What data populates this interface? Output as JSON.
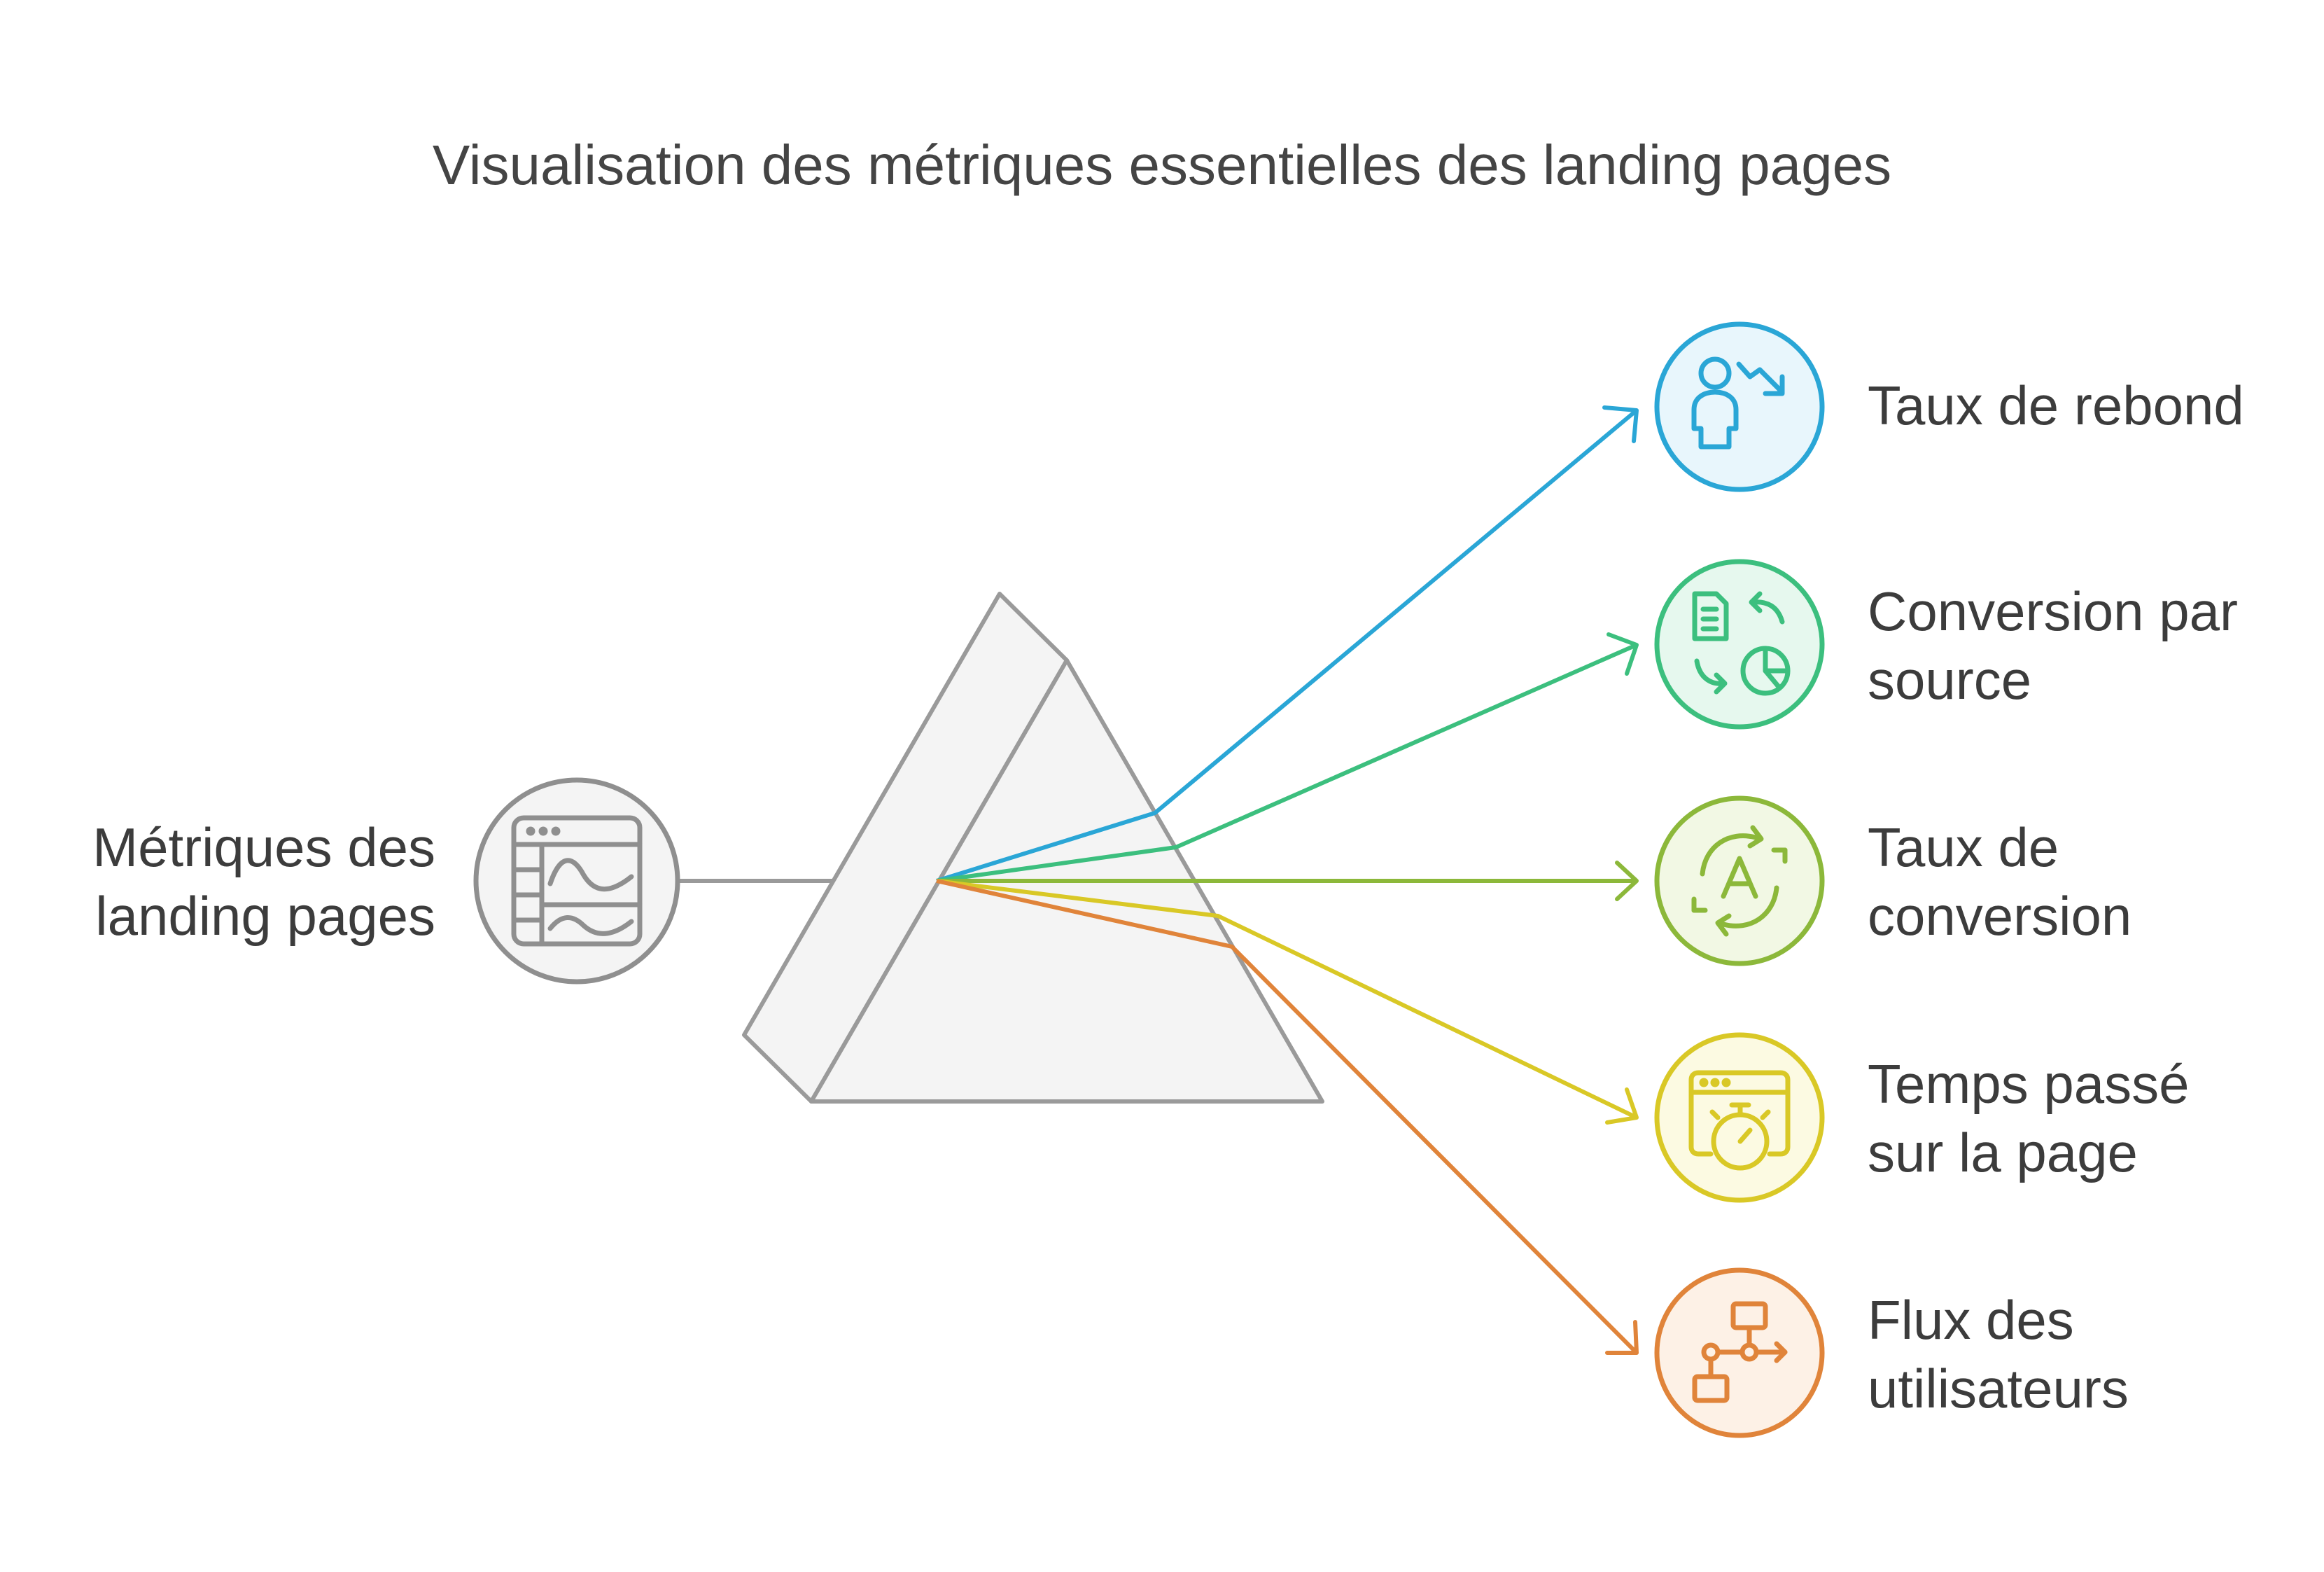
{
  "title": "Visualisation des métriques essentielles des landing pages",
  "source": {
    "label_lines": [
      "Métriques des",
      "landing pages"
    ],
    "icon": "analytics-dashboard-icon",
    "color": "#8f8f8f"
  },
  "prism": {
    "fill": "#f4f4f4",
    "stroke": "#9a9a9a"
  },
  "outputs": [
    {
      "id": "bounce-rate",
      "label_lines": [
        "Taux de rebond"
      ],
      "icon": "user-bounce-icon",
      "color": "#2aa6d6",
      "fill": "#e8f6fc"
    },
    {
      "id": "conversion-by-source",
      "label_lines": [
        "Conversion par",
        "source"
      ],
      "icon": "document-chart-exchange-icon",
      "color": "#3cbf7e",
      "fill": "#e6f8ee"
    },
    {
      "id": "conversion-rate",
      "label_lines": [
        "Taux de",
        "conversion"
      ],
      "icon": "ab-cycle-icon",
      "color": "#8cb83a",
      "fill": "#f2f8e4"
    },
    {
      "id": "time-on-page",
      "label_lines": [
        "Temps passé",
        "sur la page"
      ],
      "icon": "browser-stopwatch-icon",
      "color": "#d9c826",
      "fill": "#fcfae2"
    },
    {
      "id": "user-flow",
      "label_lines": [
        "Flux des",
        "utilisateurs"
      ],
      "icon": "flowchart-icon",
      "color": "#e0843a",
      "fill": "#fdf1e6"
    }
  ]
}
